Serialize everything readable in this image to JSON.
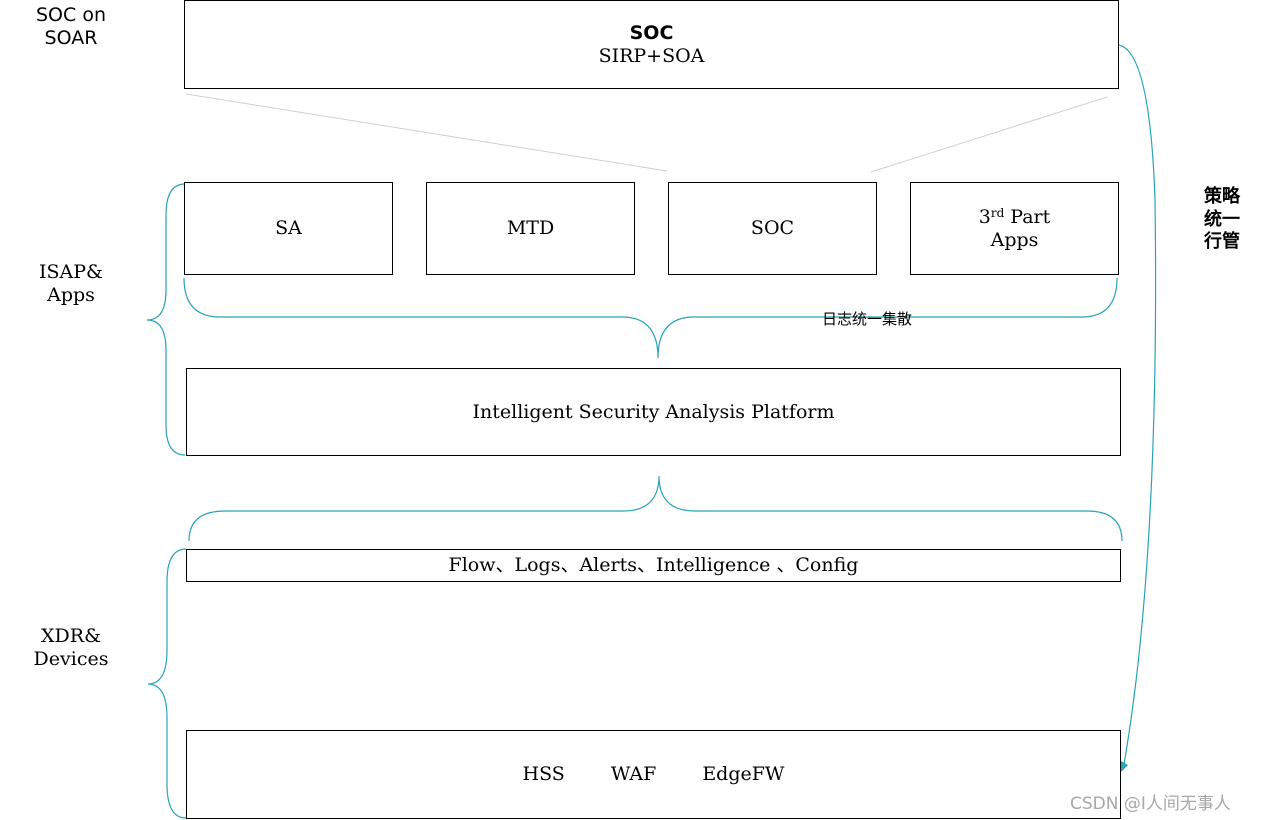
{
  "side_labels": {
    "top": [
      "SOC on",
      "SOAR"
    ],
    "isap": [
      "ISAP&",
      "Apps"
    ],
    "xdr": [
      "XDR&",
      "Devices"
    ]
  },
  "soc_box": {
    "title": "SOC",
    "subtitle": "SIRP+SOA"
  },
  "apps": {
    "sa": "SA",
    "mtd": "MTD",
    "soc": "SOC",
    "third_party": {
      "prefix": "3",
      "superscript": "rd",
      "suffix": " Part",
      "line2": "Apps"
    }
  },
  "log_label": "日志统一集散",
  "platform": "Intelligent Security Analysis Platform",
  "data_types": "Flow、Logs、Alerts、Intelligence 、Config",
  "devices": [
    "HSS",
    "WAF",
    "EdgeFW"
  ],
  "policy_label": "策略统一行管",
  "watermark": "CSDN @I人间无事人",
  "colors": {
    "connector": "#29a3b8",
    "guide": "#d0d0d0",
    "border": "#000000"
  }
}
